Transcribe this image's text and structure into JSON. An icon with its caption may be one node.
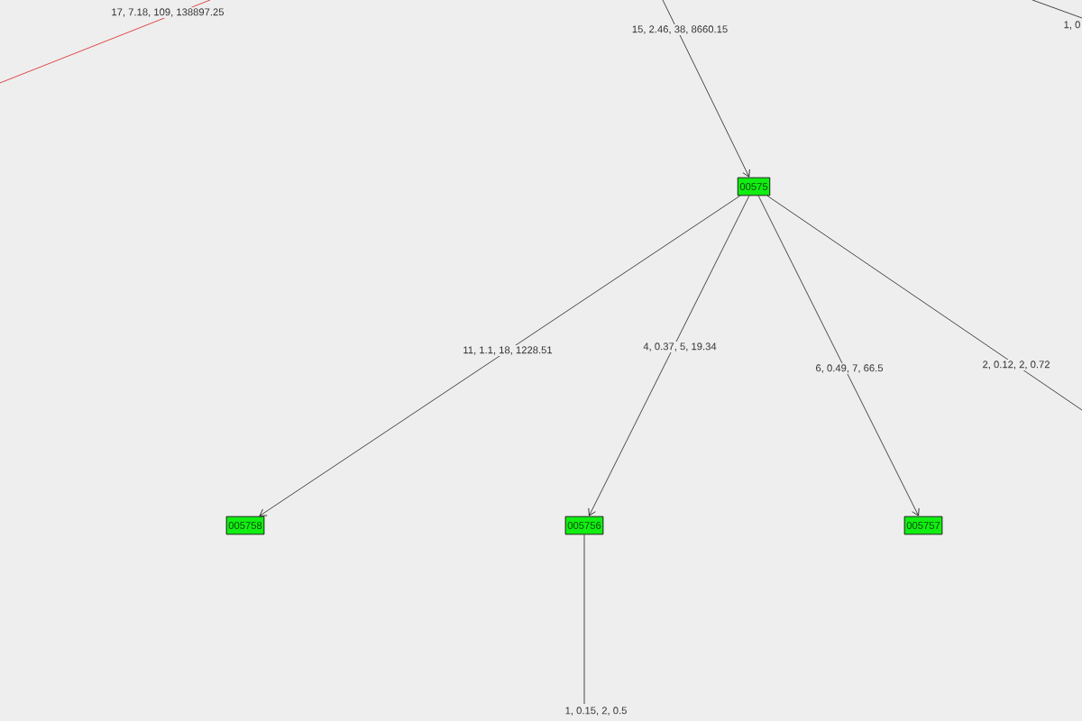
{
  "diagram": {
    "nodes": [
      {
        "text": [
          "00575"
        ]
      },
      {
        "text": [
          "005758"
        ]
      },
      {
        "text": [
          "005756"
        ]
      },
      {
        "text": [
          "005757"
        ]
      }
    ],
    "edges": [
      {
        "from": null,
        "to": 0,
        "arrow": "to",
        "label": "15, 2.46, 38, 8660.15"
      },
      {
        "from": 0,
        "to": 1,
        "arrow": "to",
        "label": "11, 1.1, 18, 1228.51"
      },
      {
        "from": 0,
        "to": 2,
        "arrow": "to",
        "label": "4, 0.37, 5, 19.34"
      },
      {
        "from": 0,
        "to": 3,
        "arrow": "to",
        "label": "6, 0.49, 7, 66.5"
      },
      {
        "from": 0,
        "to": null,
        "arrow": "none",
        "label": "2, 0.12, 2, 0.72"
      },
      {
        "from": 2,
        "to": null,
        "arrow": "none",
        "label": "1, 0.15, 2, 0.5"
      }
    ],
    "labels": [
      "17, 7.18, 109, 138897.25",
      "1, 0"
    ]
  }
}
